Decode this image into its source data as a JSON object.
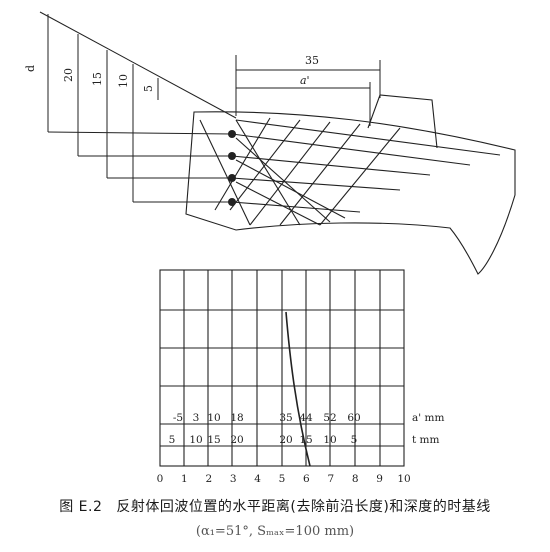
{
  "diagram": {
    "dims": {
      "left": [
        "d",
        "20",
        "15",
        "10",
        "5"
      ],
      "top": [
        "35",
        "a'"
      ]
    },
    "reflector_count": 4
  },
  "timebase": {
    "top_labels": [
      "-5",
      "3",
      "10",
      "18",
      "35",
      "44",
      "52",
      "60"
    ],
    "top_unit": "a' mm",
    "mid_labels": [
      "5",
      "10",
      "15",
      "20",
      "20",
      "15",
      "10",
      "5"
    ],
    "mid_unit": "t mm",
    "scale_labels": [
      "0",
      "1",
      "2",
      "3",
      "4",
      "5",
      "6",
      "7",
      "8",
      "9",
      "10"
    ]
  },
  "caption": {
    "figure_label": "图 E.2",
    "title": "反射体回波位置的水平距离(去除前沿长度)和深度的时基线",
    "params": "(α₁=51°, Sₘₐₓ=100 mm)"
  }
}
